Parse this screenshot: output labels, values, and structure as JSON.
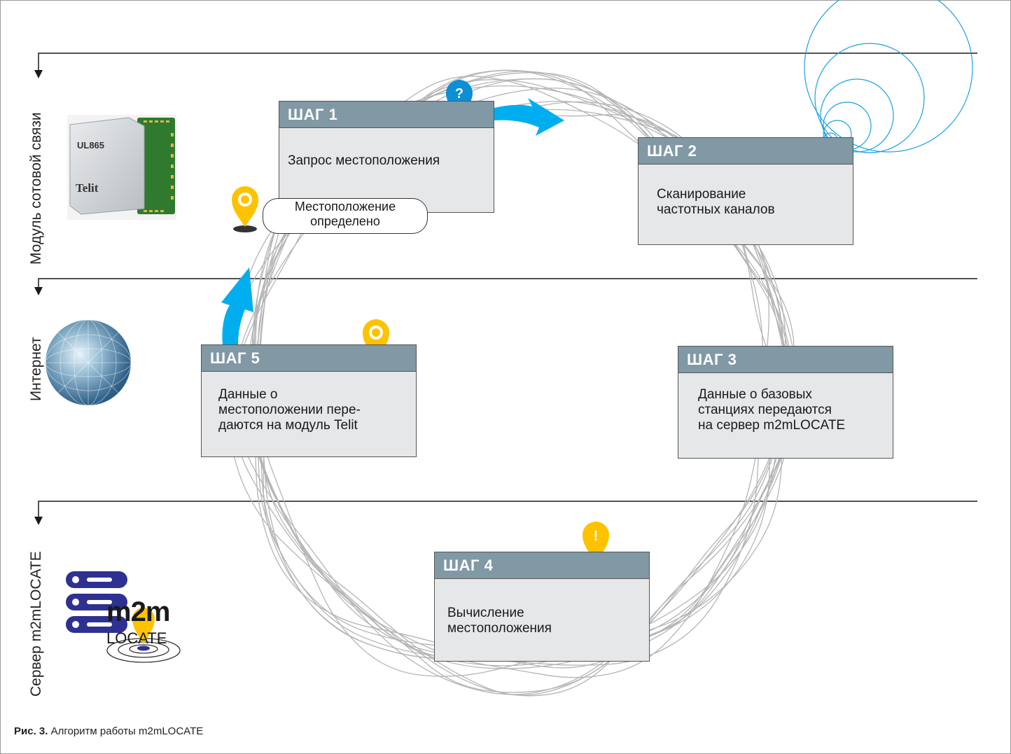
{
  "lanes": {
    "cellular": "Модуль сотовой связи",
    "internet": "Интернет",
    "server": "Сервер m2mLOCATE"
  },
  "steps": [
    {
      "title": "ШАГ 1",
      "text": "Запрос местоположения",
      "icon": "question-pin-icon"
    },
    {
      "title": "ШАГ 2",
      "text": "Сканирование\nчастотных каналов",
      "icon": "radio-wave-icon"
    },
    {
      "title": "ШАГ 3",
      "text": "Данные о базовых\nстанциях передаются\nна сервер m2mLOCATE",
      "icon": "base-station-hexagon-icon"
    },
    {
      "title": "ШАГ 4",
      "text": "Вычисление\nместоположения",
      "icon": "exclamation-pin-hex-grid-icon"
    },
    {
      "title": "ШАГ 5",
      "text": "Данные о\nместоположении пере-\nдаются на модуль Telit",
      "icon": "target-pin-icon"
    }
  ],
  "bubble": "Местоположение\nопределено",
  "module": {
    "model": "UL865",
    "brand": "Telit"
  },
  "logo": {
    "top": "m2m",
    "bottom": "LOCATE"
  },
  "caption": {
    "label": "Рис. 3.",
    "text": " Алгоритм работы m2mLOCATE"
  },
  "colors": {
    "arrow": "#00aeef",
    "pin_yellow": "#fdc300",
    "pin_blue": "#0b8fd6",
    "header": "#8198a5",
    "server_icon": "#2e3192"
  }
}
